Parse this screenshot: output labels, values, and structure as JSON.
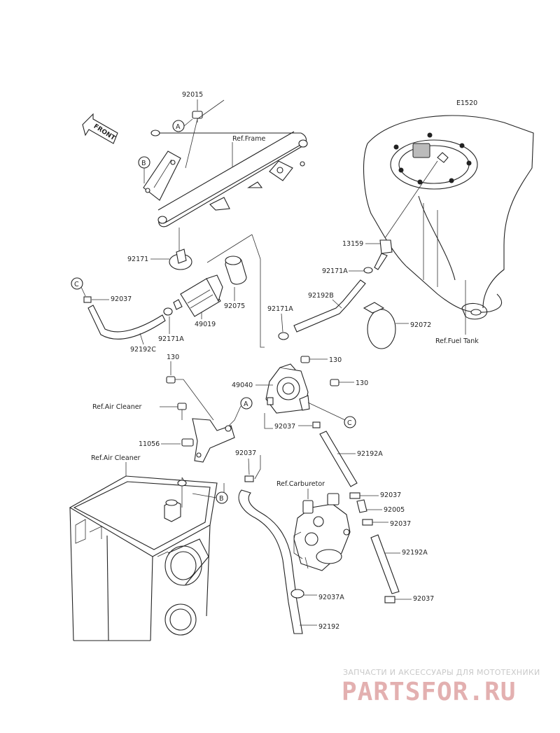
{
  "diagram": {
    "code": "E1520",
    "front_label": "FRONT",
    "refs": {
      "frame": "Ref.Frame",
      "fuel_tank": "Ref.Fuel Tank",
      "air_cleaner_1": "Ref.Air Cleaner",
      "air_cleaner_2": "Ref.Air Cleaner",
      "carburetor": "Ref.Carburetor"
    },
    "callouts": {
      "A1": "A",
      "A2": "A",
      "B1": "B",
      "B2": "B",
      "C1": "C",
      "C2": "C"
    },
    "parts": {
      "p92015": "92015",
      "p92171": "92171",
      "p92037_top": "92037",
      "p92075": "92075",
      "p49019": "49019",
      "p92171A_1": "92171A",
      "p92192C": "92192C",
      "p92171A_2": "92171A",
      "p13159": "13159",
      "p92171A_3": "92171A",
      "p92192B": "92192B",
      "p92072": "92072",
      "p130_1": "130",
      "p130_2": "130",
      "p130_3": "130",
      "p49040": "49040",
      "p92037_mid": "92037",
      "p11056": "11056",
      "p92192A_1": "92192A",
      "p92037_left": "92037",
      "p92037_r1": "92037",
      "p92005": "92005",
      "p92037_r2": "92037",
      "p92192A_2": "92192A",
      "p92037A": "92037A",
      "p92037_bottom": "92037",
      "p92192": "92192"
    }
  },
  "watermark": {
    "tagline": "ЗАПЧАСТИ И АКСЕССУАРЫ ДЛЯ МОТОТЕХНИКИ",
    "logo": "PARTSFOR.RU"
  }
}
